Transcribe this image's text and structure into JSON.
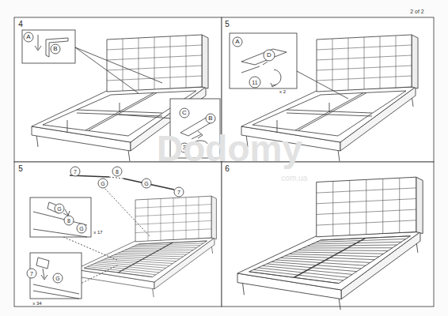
{
  "diagram": {
    "labels": [
      "2 of 2",
      "4",
      "A",
      "B",
      "C",
      "B",
      "3",
      "5",
      "A",
      "D",
      "11",
      "x 2",
      "5",
      "7",
      "8",
      "G",
      "G",
      "7",
      "G",
      "8",
      "G",
      "x 17",
      "7",
      "G",
      "x 34",
      "6",
      "Dodomy",
      "com.ua"
    ]
  }
}
